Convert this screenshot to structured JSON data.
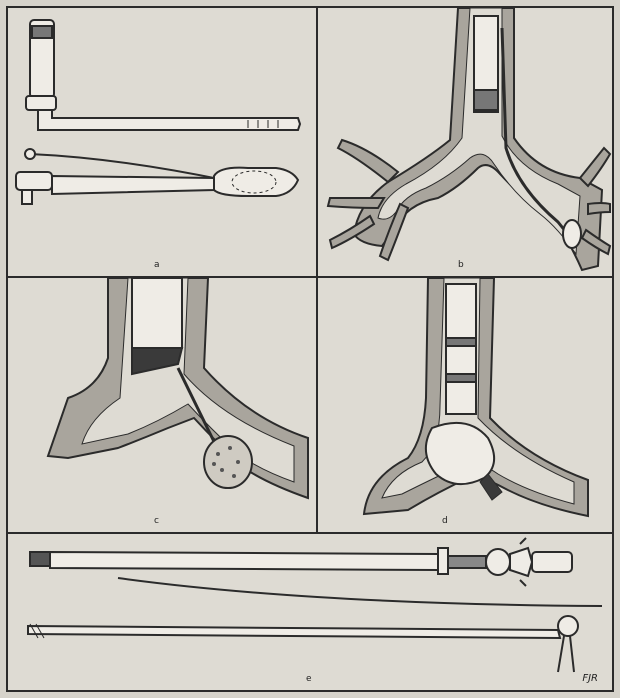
{
  "figure": {
    "panels": [
      {
        "id": "a",
        "label": "a"
      },
      {
        "id": "b",
        "label": "b"
      },
      {
        "id": "c",
        "label": "c"
      },
      {
        "id": "d",
        "label": "d"
      },
      {
        "id": "e",
        "label": "e"
      }
    ],
    "signature": "FJR"
  },
  "colors": {
    "ink": "#2b2b2b",
    "paper": "#dedbd3",
    "tissue": "#a9a59d",
    "tube": "#efece6"
  }
}
